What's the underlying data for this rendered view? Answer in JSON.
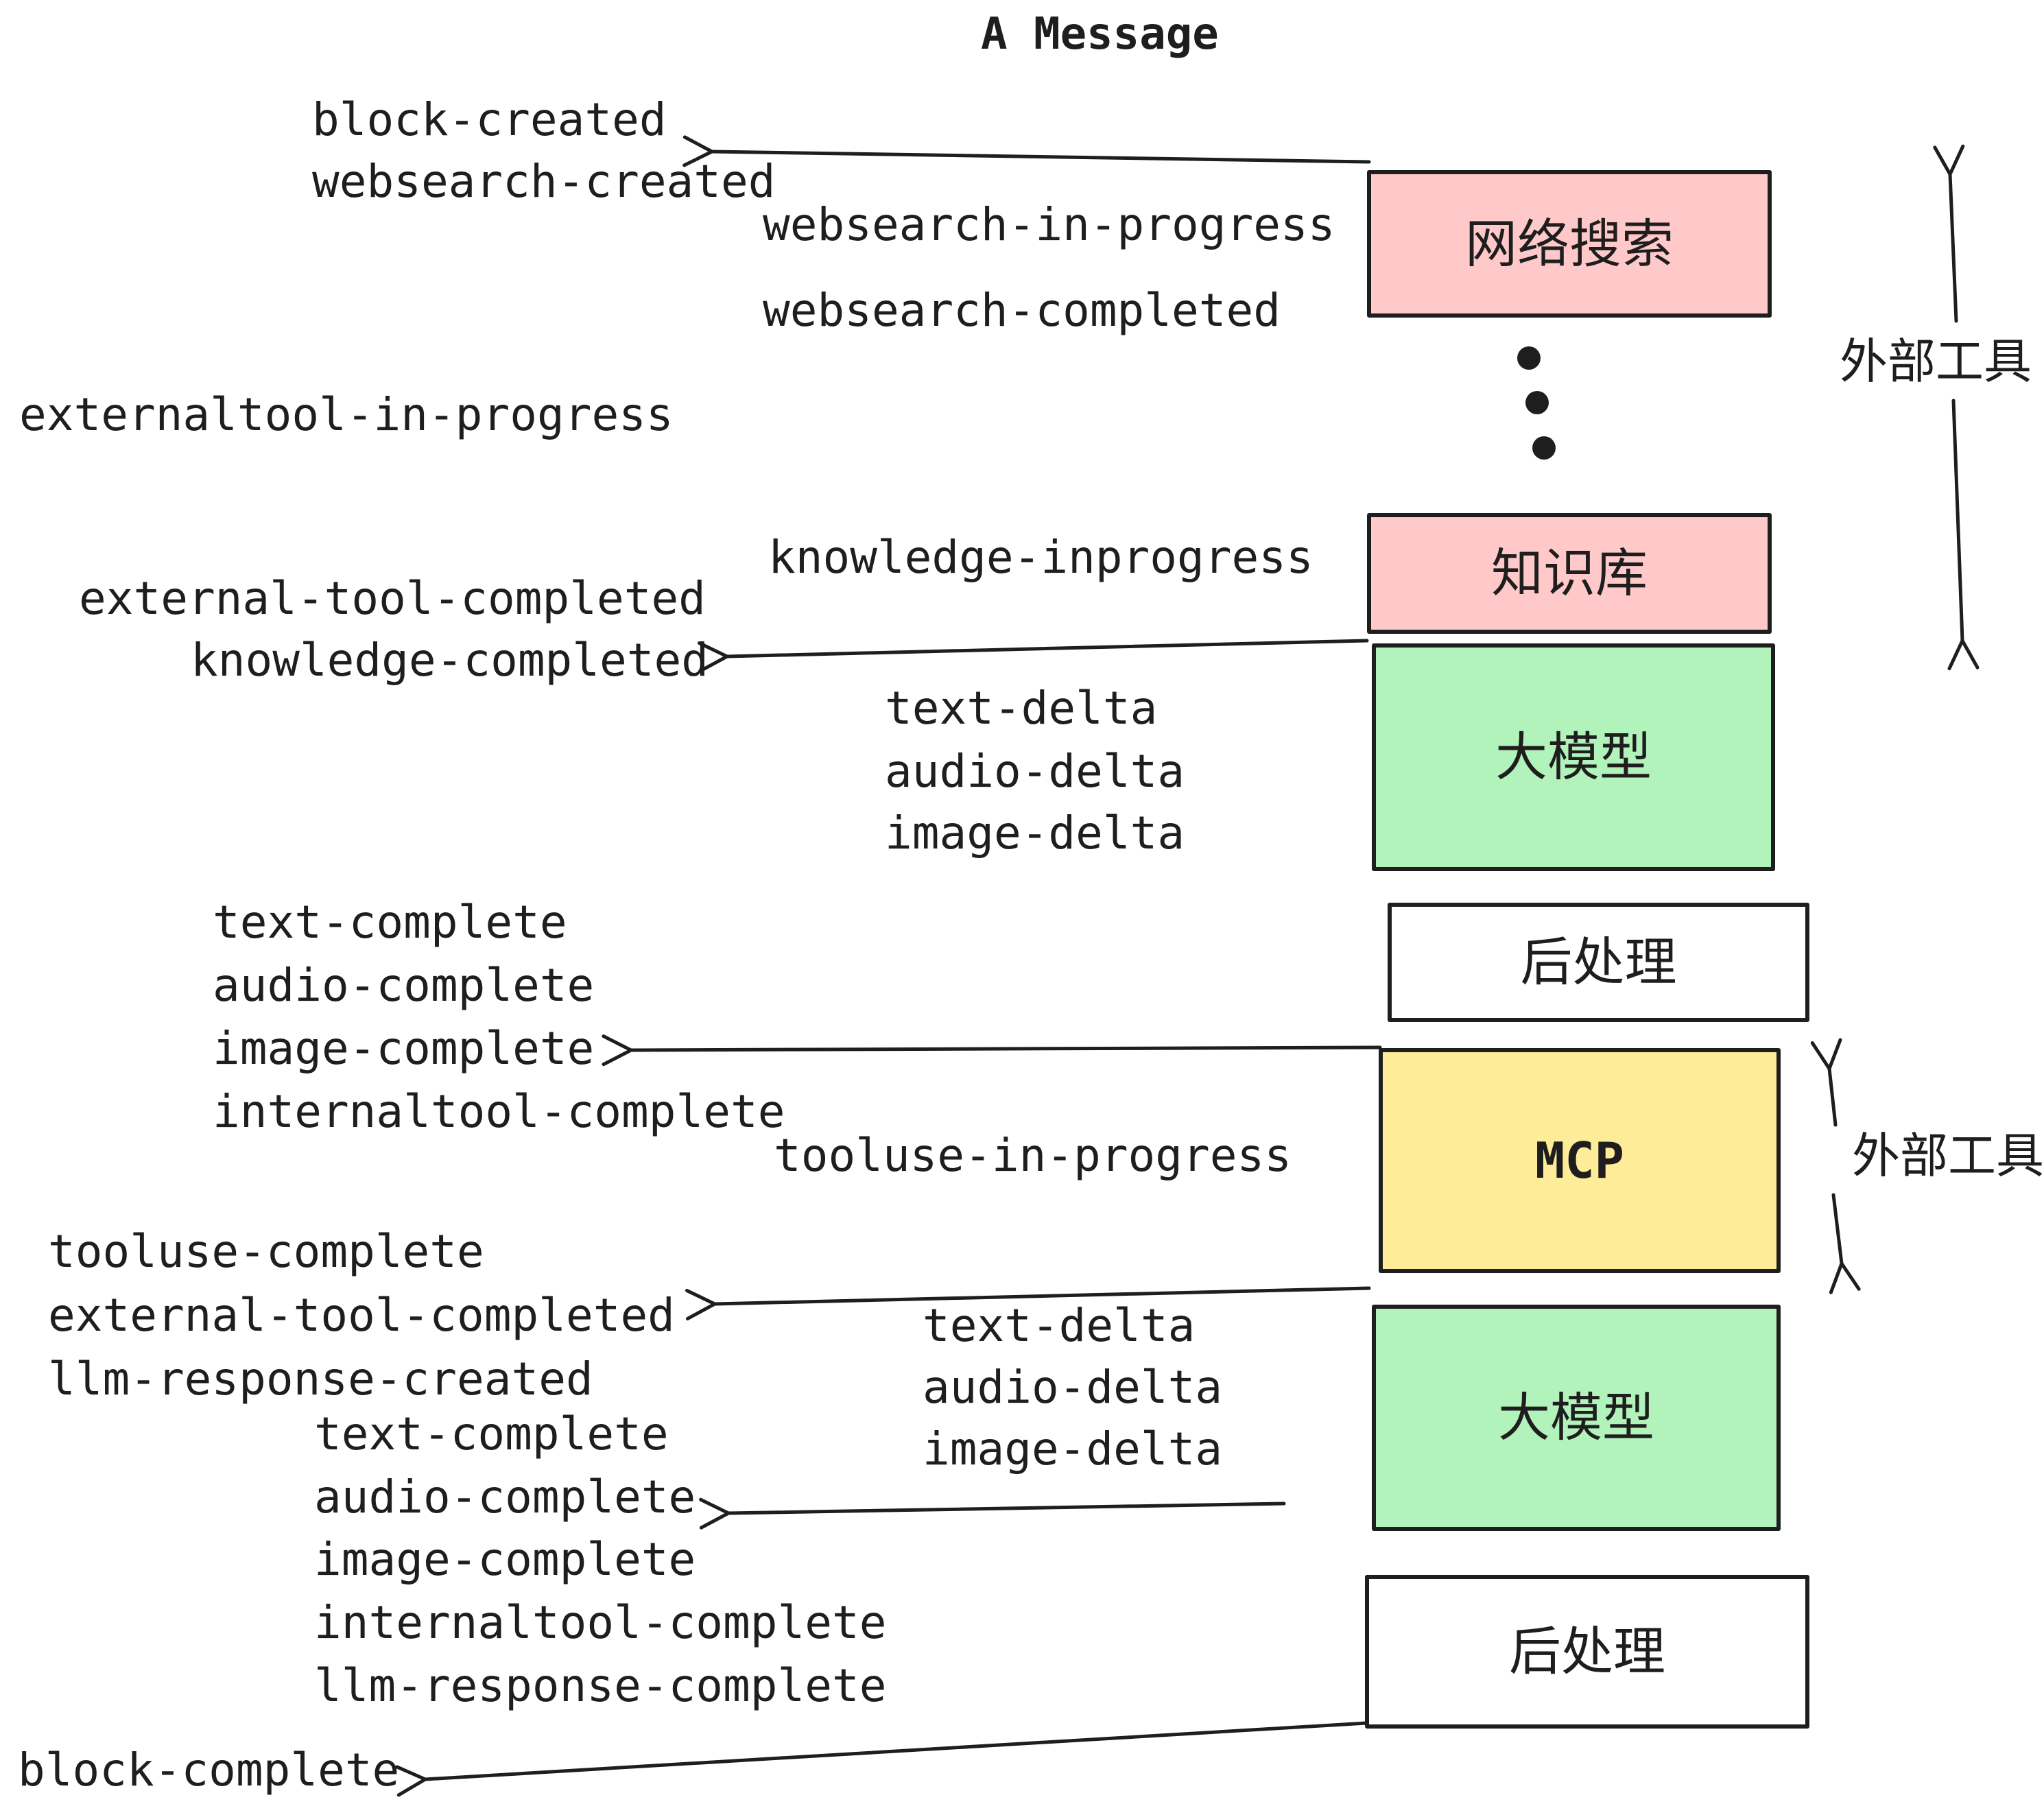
{
  "title": "A Message",
  "colors": {
    "ink": "#1e1e1e",
    "pink": "#ffc9c9",
    "green": "#b2f2bb",
    "yellow": "#ffec99",
    "white": "#ffffff"
  },
  "boxes": {
    "web_search": {
      "label": "网络搜索",
      "fill": "#ffc9c9"
    },
    "knowledge_base": {
      "label": "知识库",
      "fill": "#ffc9c9"
    },
    "llm_top": {
      "label": "大模型",
      "fill": "#b2f2bb"
    },
    "post_process_top": {
      "label": "后处理",
      "fill": "#ffffff"
    },
    "mcp": {
      "label": "MCP",
      "fill": "#ffec99"
    },
    "llm_bottom": {
      "label": "大模型",
      "fill": "#b2f2bb"
    },
    "post_process_bottom": {
      "label": "后处理",
      "fill": "#ffffff"
    }
  },
  "side_labels": {
    "external_tools_top": "外部工具",
    "external_tools_bottom": "外部工具"
  },
  "events": {
    "block_created": "block-created",
    "websearch_created": "websearch-created",
    "websearch_in_progress": "websearch-in-progress",
    "websearch_completed": "websearch-completed",
    "externaltool_in_progress": "externaltool-in-progress",
    "knowledge_inprogress": "knowledge-inprogress",
    "external_tool_completed": "external-tool-completed",
    "knowledge_completed": "knowledge-completed",
    "text_delta": "text-delta",
    "audio_delta": "audio-delta",
    "image_delta": "image-delta",
    "text_complete": "text-complete",
    "audio_complete": "audio-complete",
    "image_complete": "image-complete",
    "internaltool_complete": "internaltool-complete",
    "tooluse_in_progress": "tooluse-in-progress",
    "tooluse_complete": "tooluse-complete",
    "llm_response_created": "llm-response-created",
    "llm_response_complete": "llm-response-complete",
    "block_complete": "block-complete"
  }
}
